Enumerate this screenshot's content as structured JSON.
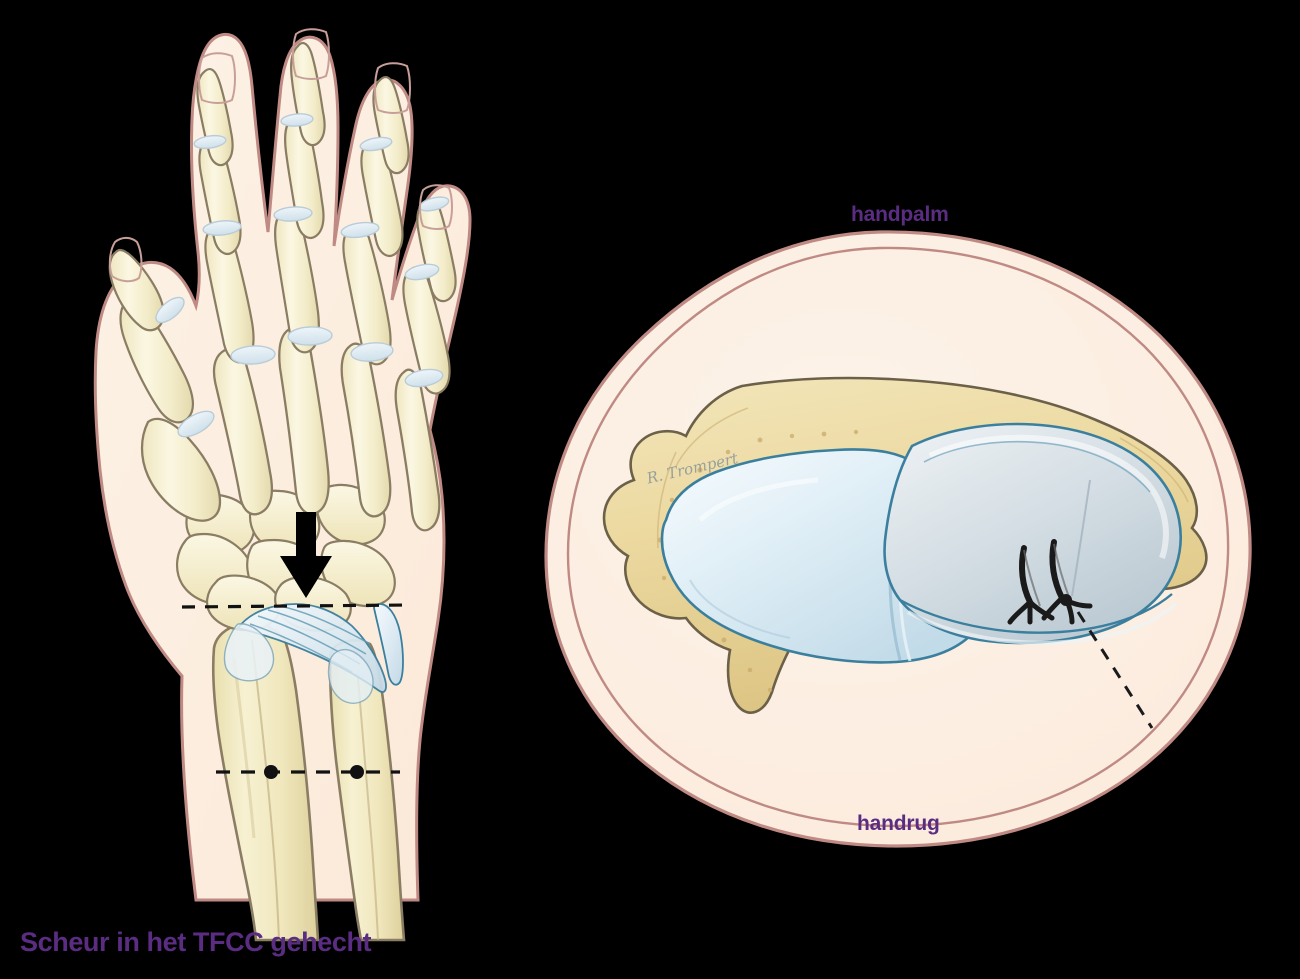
{
  "illustration": {
    "title": "Scheur in het TFCC gehecht",
    "background_color": "#000000",
    "signature": "R. Trompert"
  },
  "caption": {
    "text": "Scheur in het TFCC gehecht",
    "color": "#5b2d82"
  },
  "labels": {
    "handpalm": "handpalm",
    "handrug": "handrug"
  },
  "panels": {
    "left": {
      "name": "hand-dorsal-view",
      "description": "Dorsal view of right hand skeleton with wrist and forearm",
      "arrow": "downward black arrow pointing at TFCC region",
      "section_line": "dashed line through distal radius and ulna"
    },
    "right": {
      "name": "wrist-cross-section",
      "description": "Cross-section of wrist showing sutured TFCC tear",
      "sutures": 2
    }
  },
  "colors": {
    "skin": "#fdf0e2",
    "skin_outline": "#c08a84",
    "bone": "#f6f1d4",
    "bone_outline": "#8a7d63",
    "bone_yellow": "#ecd9a0",
    "cartilage": "#dceaf2",
    "cartilage_outline": "#3b7f9e",
    "disc_gray": "#c9d2d8",
    "accent_purple": "#5b2d82",
    "suture_black": "#1a1a1a",
    "arrow_black": "#000000",
    "background": "#000000"
  }
}
